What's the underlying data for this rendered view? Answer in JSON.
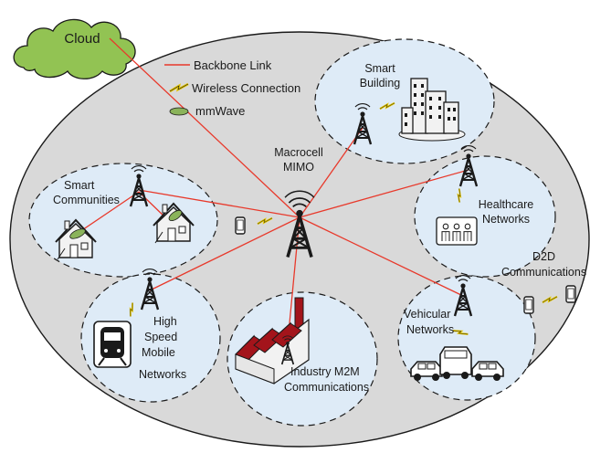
{
  "colors": {
    "outer_fill": "#d9d9d9",
    "cluster_fill": "#deebf7",
    "cloud_fill": "#92c353",
    "backbone": "#e8392b",
    "wireless": "#e6c700",
    "mmwave": "#8ab35a",
    "factory_red": "#a3141b",
    "tower": "#1a1a1a"
  },
  "cloud": {
    "label": "Cloud",
    "icon": "cloud-icon"
  },
  "legend": {
    "backbone": "Backbone Link",
    "wireless": "Wireless Connection",
    "mmwave": "mmWave"
  },
  "macrocell": {
    "line1": "Macrocell",
    "line2": "MIMO",
    "icon": "tower-icon"
  },
  "clusters": {
    "smart_building": {
      "lines": [
        "Smart",
        "Building"
      ],
      "icon": "building-icon"
    },
    "smart_communities": {
      "lines": [
        "Smart",
        "Communities"
      ],
      "icon": "house-icon"
    },
    "healthcare": {
      "lines": [
        "Healthcare",
        "Networks"
      ],
      "icon": "people-icon"
    },
    "high_speed": {
      "lines": [
        "High",
        "Speed",
        "Mobile",
        "Networks"
      ],
      "icon": "train-icon"
    },
    "industry": {
      "lines": [
        "Industry M2M",
        "Communications"
      ],
      "icon": "factory-icon"
    },
    "vehicular": {
      "lines": [
        "Vehicular",
        "Networks"
      ],
      "icon": "car-icon"
    }
  },
  "d2d": {
    "line1": "D2D",
    "line2": "Communications",
    "icon": "phone-icon"
  }
}
